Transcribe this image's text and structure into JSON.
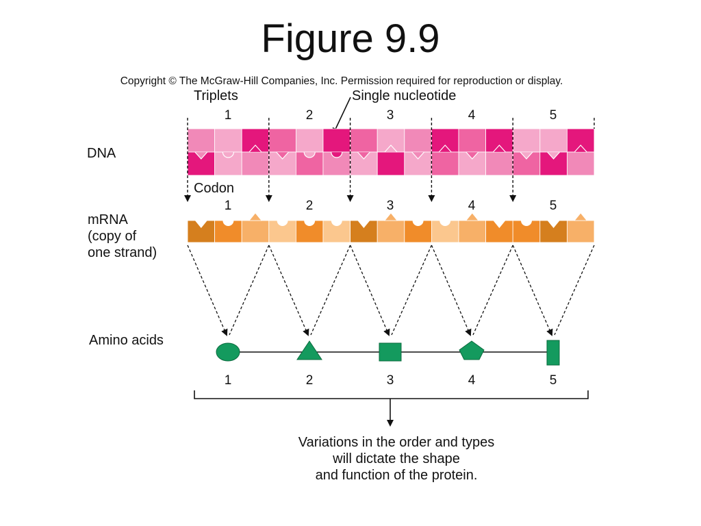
{
  "title": "Figure 9.9",
  "copyright": "Copyright © The McGraw-Hill Companies, Inc. Permission required for reproduction or display.",
  "labels": {
    "triplets": "Triplets",
    "single_nucleotide": "Single nucleotide",
    "dna": "DNA",
    "codon": "Codon",
    "mrna_lines": [
      "mRNA",
      "(copy of",
      "one strand)"
    ],
    "amino_acids": "Amino acids",
    "protein_note_lines": [
      "Variations in the order and types",
      "will dictate the shape",
      "and function of the protein."
    ]
  },
  "triplet_numbers": [
    "1",
    "2",
    "3",
    "4",
    "5"
  ],
  "codon_numbers": [
    "1",
    "2",
    "3",
    "4",
    "5"
  ],
  "amino_acid_numbers": [
    "1",
    "2",
    "3",
    "4",
    "5"
  ],
  "amino_acid_shapes": [
    "circle",
    "triangle",
    "square",
    "pentagon",
    "rectangle"
  ],
  "colors": {
    "dna_dark": "#e4177c",
    "dna_mid": "#ef64a2",
    "dna_medium": "#f189b8",
    "dna_light": "#f5a8ca",
    "mrna_dark": "#d57f1e",
    "mrna_mid": "#f08c2a",
    "mrna_light": "#f7b068",
    "mrna_pale": "#fbc78e",
    "amino": "#149a5e"
  }
}
